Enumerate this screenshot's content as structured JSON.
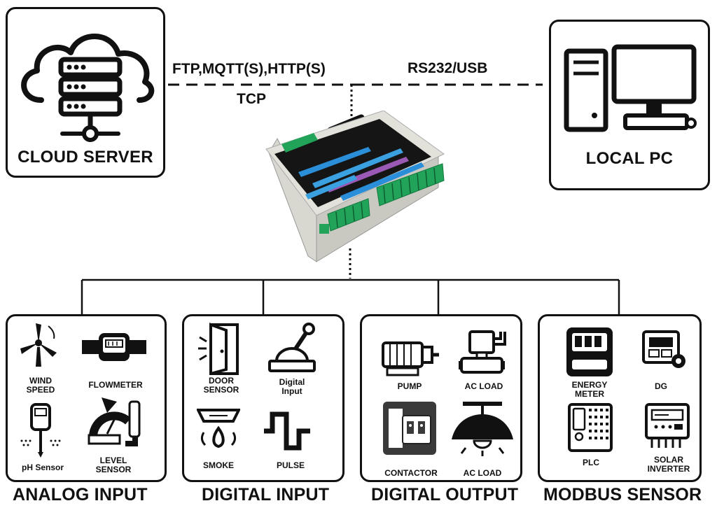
{
  "cloud": {
    "label": "CLOUD SERVER"
  },
  "local": {
    "label": "LOCAL PC"
  },
  "links": {
    "cloud_protocol": "FTP,MQTT(S),HTTP(S)",
    "cloud_transport": "TCP",
    "local_protocol": "RS232/USB"
  },
  "categories": [
    {
      "title": "ANALOG INPUT",
      "items": [
        {
          "label_l1": "WIND",
          "label_l2": "SPEED",
          "icon": "wind-turbine-icon"
        },
        {
          "label_l1": "FLOWMETER",
          "label_l2": "",
          "icon": "flowmeter-icon"
        },
        {
          "label_l1": "pH Sensor",
          "label_l2": "",
          "icon": "ph-sensor-icon"
        },
        {
          "label_l1": "LEVEL",
          "label_l2": "SENSOR",
          "icon": "level-sensor-icon"
        }
      ]
    },
    {
      "title": "DIGITAL INPUT",
      "items": [
        {
          "label_l1": "DOOR",
          "label_l2": "SENSOR",
          "icon": "door-sensor-icon"
        },
        {
          "label_l1": "Digital",
          "label_l2": "Input",
          "icon": "lever-switch-icon"
        },
        {
          "label_l1": "SMOKE",
          "label_l2": "",
          "icon": "smoke-detector-icon"
        },
        {
          "label_l1": "PULSE",
          "label_l2": "",
          "icon": "pulse-icon"
        }
      ]
    },
    {
      "title": "DIGITAL OUTPUT",
      "items": [
        {
          "label_l1": "PUMP",
          "label_l2": "",
          "icon": "pump-icon"
        },
        {
          "label_l1": "AC LOAD",
          "label_l2": "",
          "icon": "valve-icon"
        },
        {
          "label_l1": "CONTACTOR",
          "label_l2": "",
          "icon": "contactor-icon"
        },
        {
          "label_l1": "AC LOAD",
          "label_l2": "",
          "icon": "ceiling-lamp-icon"
        }
      ]
    },
    {
      "title": "MODBUS SENSOR",
      "items": [
        {
          "label_l1": "ENERGY",
          "label_l2": "METER",
          "icon": "energy-meter-icon"
        },
        {
          "label_l1": "DG",
          "label_l2": "",
          "icon": "generator-icon"
        },
        {
          "label_l1": "PLC",
          "label_l2": "",
          "icon": "plc-icon"
        },
        {
          "label_l1": "SOLAR",
          "label_l2": "INVERTER",
          "icon": "solar-inverter-icon"
        }
      ]
    }
  ]
}
